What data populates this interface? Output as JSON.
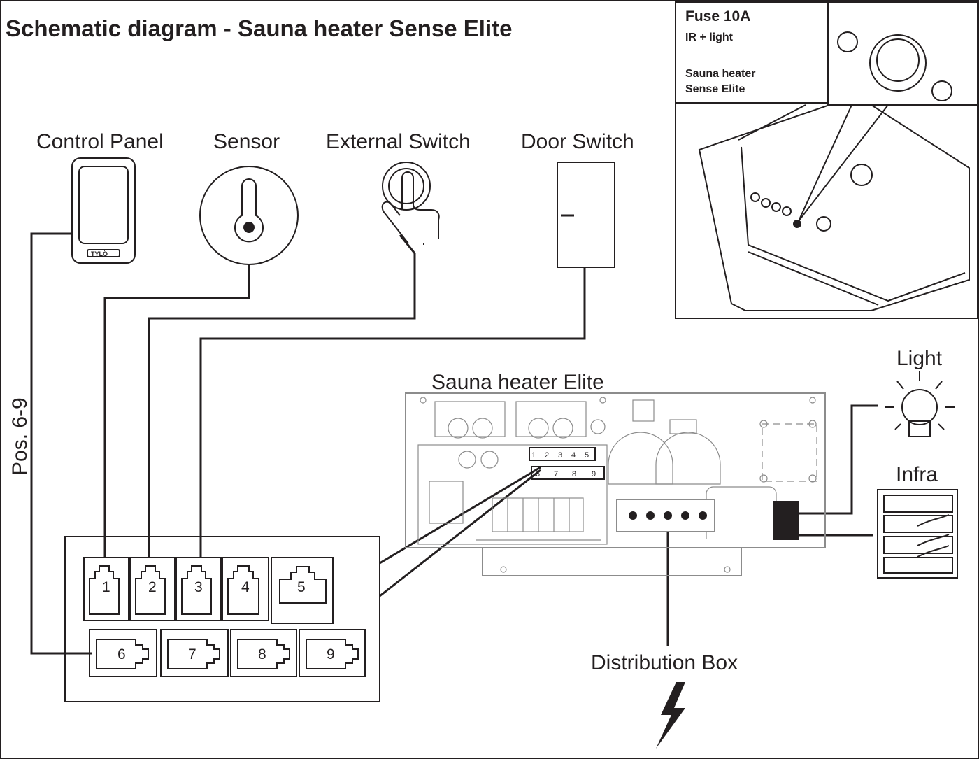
{
  "title": "Schematic diagram - Sauna heater Sense Elite",
  "devices": {
    "control_panel": "Control Panel",
    "control_panel_logo": "TYLÖ",
    "sensor": "Sensor",
    "external_switch": "External Switch",
    "door_switch": "Door Switch",
    "light": "Light",
    "infra": "Infra"
  },
  "heater_label": "Sauna heater Elite",
  "distribution_box": "Distribution Box",
  "side_label": "Pos. 6-9",
  "fuse_panel": {
    "line1": "Fuse 10A",
    "line2": "IR + light",
    "line3": "Sauna heater",
    "line4": "Sense Elite"
  },
  "ports": [
    "1",
    "2",
    "3",
    "4",
    "5",
    "6",
    "7",
    "8",
    "9"
  ]
}
